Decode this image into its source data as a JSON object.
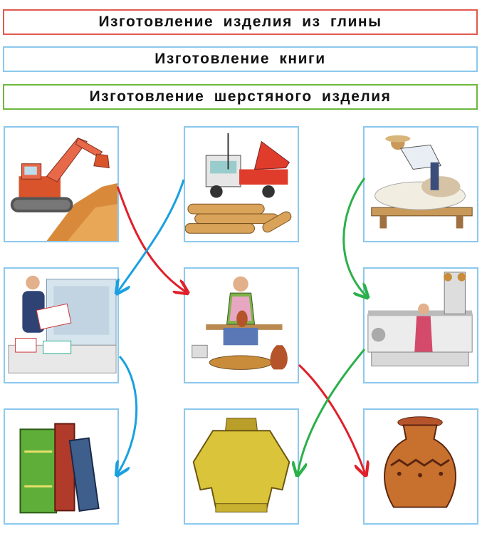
{
  "titles": {
    "clay": "Изготовление изделия из глины",
    "book": "Изготовление книги",
    "wool": "Изготовление шерстяного изделия"
  },
  "colors": {
    "clay": "#e0202a",
    "book": "#1aa0e0",
    "wool": "#2bb04a",
    "frame": "#8cc8ee"
  },
  "tiles": [
    {
      "id": "excavator",
      "icon": "excavator-icon"
    },
    {
      "id": "crane-logs",
      "icon": "crane-truck-logs-icon"
    },
    {
      "id": "sheep-shearing",
      "icon": "sheep-shearing-icon"
    },
    {
      "id": "printing",
      "icon": "printing-press-worker-icon"
    },
    {
      "id": "potter",
      "icon": "potter-wheel-icon"
    },
    {
      "id": "loom",
      "icon": "weaving-machine-icon"
    },
    {
      "id": "books",
      "icon": "books-icon"
    },
    {
      "id": "sweater",
      "icon": "sweater-icon"
    },
    {
      "id": "vase",
      "icon": "clay-vase-icon"
    }
  ]
}
